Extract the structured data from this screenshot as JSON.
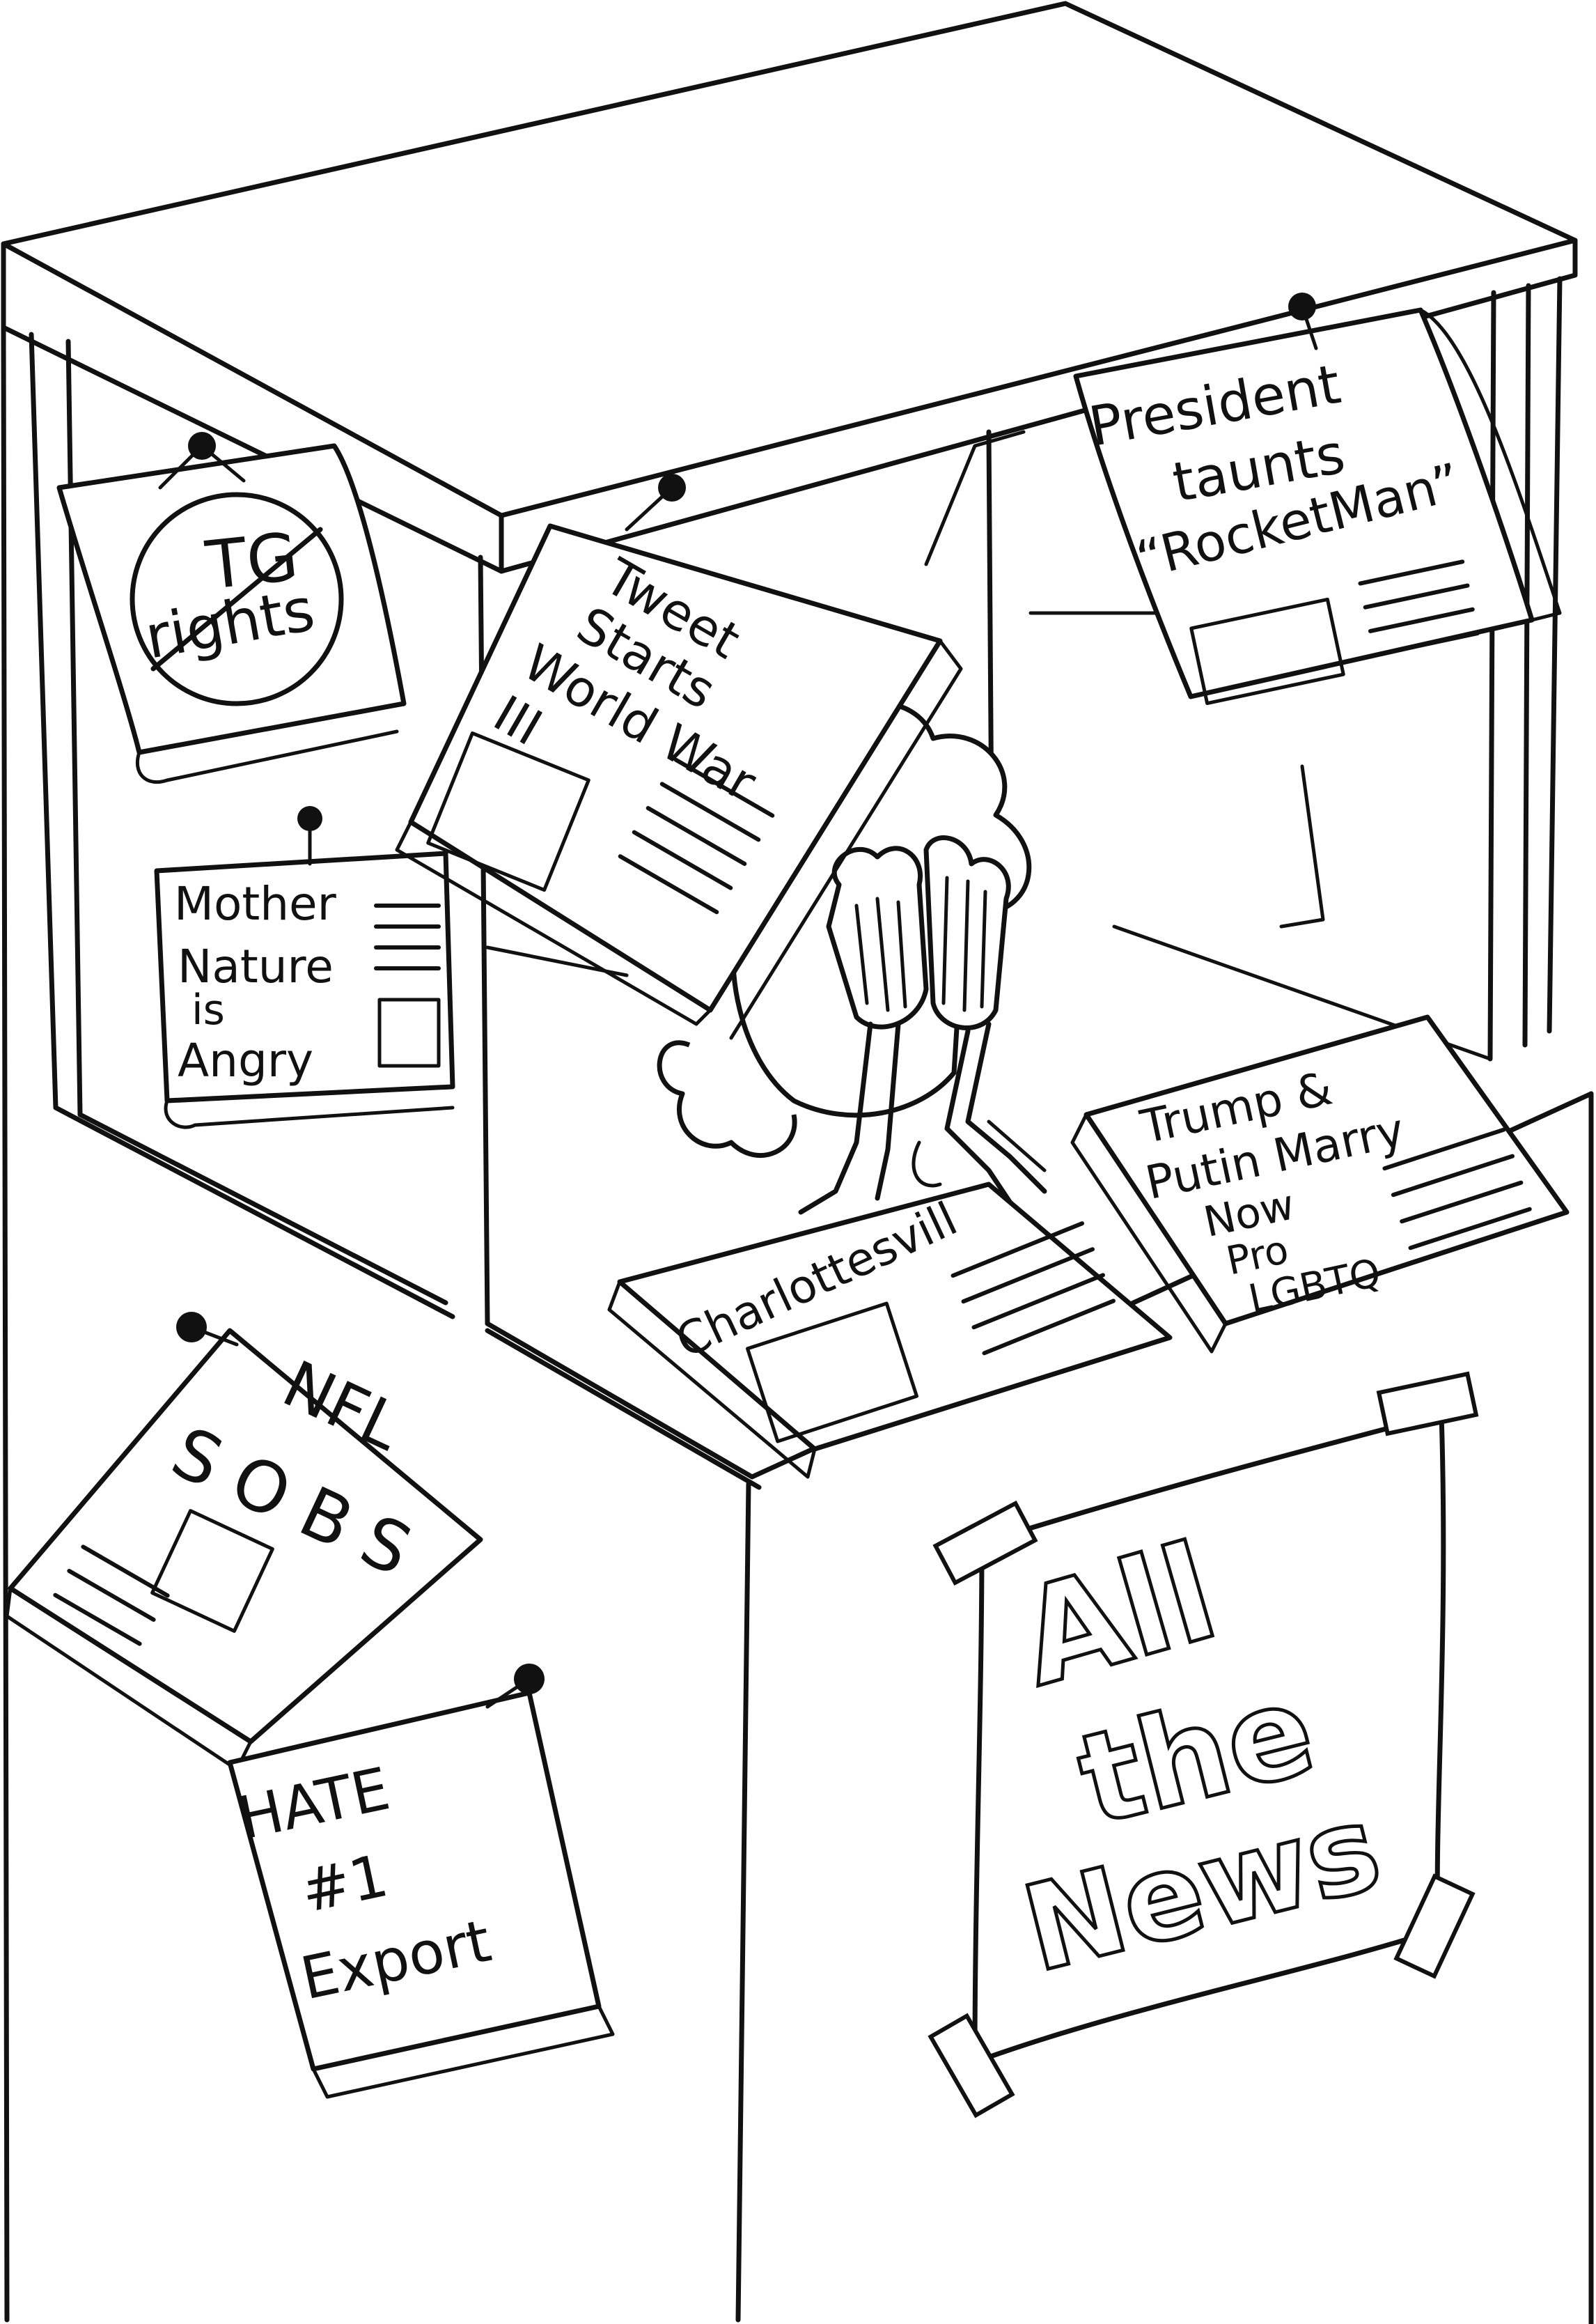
{
  "papers": {
    "tg_rights": {
      "line1": "TG",
      "line2": "rights"
    },
    "tweet": {
      "line1": "Tweet",
      "line2": "Starts",
      "line3": "World War",
      "line4": "III"
    },
    "president": {
      "line1": "President",
      "line2": "taunts",
      "line3": "“RocketMan”"
    },
    "mother_nature": {
      "line1": "Mother",
      "line2": "Nature",
      "line3": "is",
      "line4": "Angry"
    },
    "trump_putin": {
      "line1": "Trump &",
      "line2": "Putin Marry",
      "line3": "Now",
      "line4": "Pro",
      "line5": "LGBTQ"
    },
    "charlottesville": {
      "headline": "Charlottesvill"
    },
    "nfl": {
      "line1": "NFL",
      "line2": "SOBS"
    },
    "hate": {
      "line1": "HATE",
      "line2": "#1",
      "line3": "Export"
    }
  },
  "sign": {
    "line1": "All",
    "line2": "the",
    "line3": "News"
  },
  "icons": [
    "pushpin-icon",
    "tape-icon",
    "no-sign-icon",
    "newspaper-photo-icon"
  ]
}
